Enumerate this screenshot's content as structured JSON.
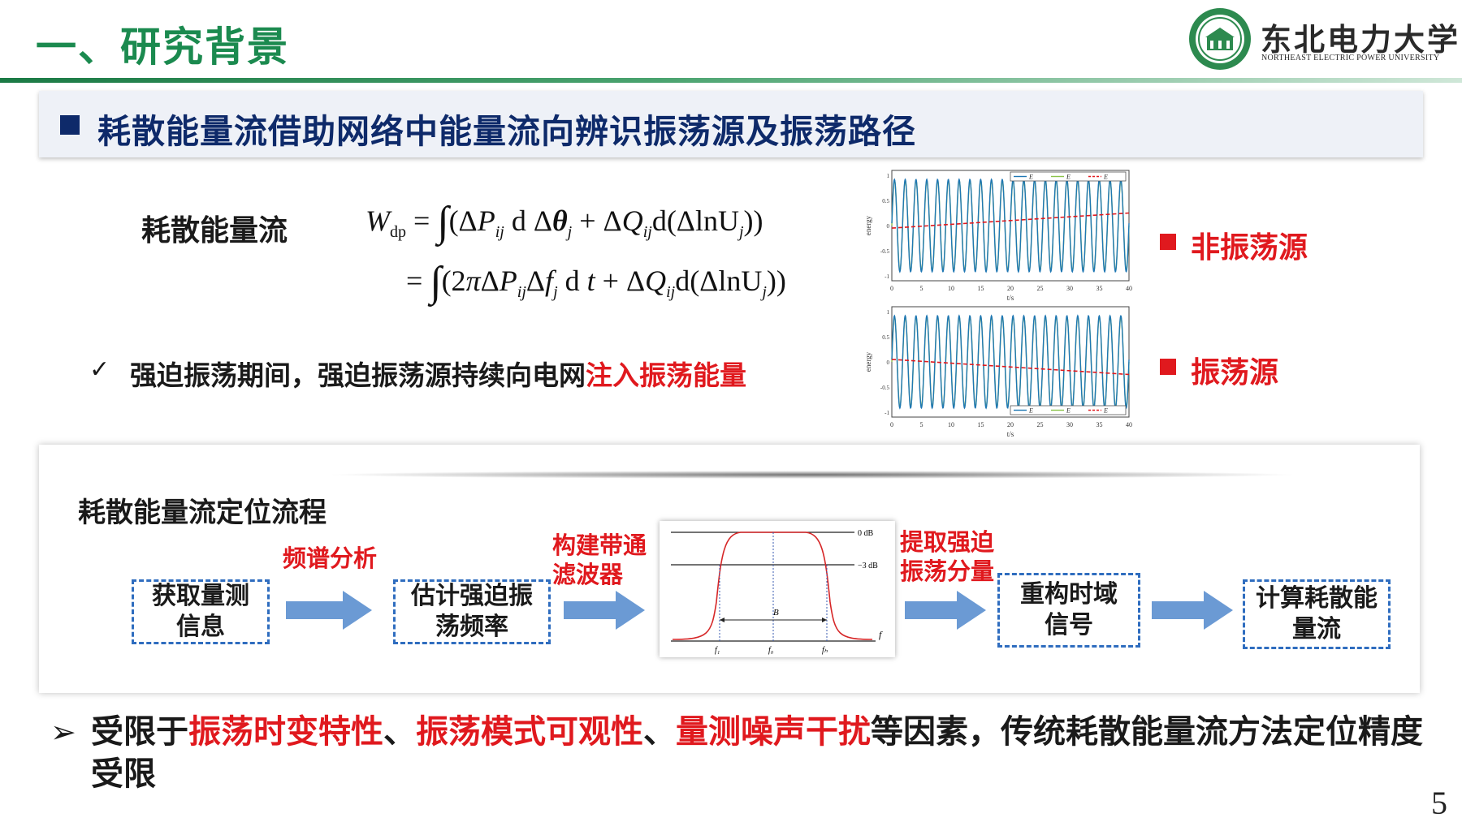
{
  "header": {
    "title": "一、研究背景",
    "logo_cn": "东北电力大学",
    "logo_en": "NORTHEAST ELECTRIC POWER UNIVERSITY"
  },
  "section": {
    "heading": "耗散能量流借助网络中能量流向辨识振荡源及振荡路径"
  },
  "formula": {
    "label": "耗散能量流"
  },
  "bullet": {
    "check": "✓",
    "text_plain": "强迫振荡期间，强迫振荡源持续向电网",
    "text_red": "注入振荡能量"
  },
  "plots": {
    "top_label": "非振荡源",
    "bottom_label": "振荡源",
    "y_axis_label": "energy",
    "x_axis_label": "t/s",
    "x_ticks": [
      "0",
      "5",
      "10",
      "15",
      "20",
      "25",
      "30",
      "35",
      "40"
    ],
    "y_ticks": [
      "1",
      "0.5",
      "0",
      "-0.5",
      "-1"
    ],
    "legend": [
      "E",
      "E",
      "E"
    ],
    "colors": {
      "wave": "#1f77b4",
      "wave2": "#8bc34a",
      "trend": "#e0191e"
    },
    "top_trend": [
      -0.05,
      0.25
    ],
    "bottom_trend": [
      0.05,
      -0.25
    ]
  },
  "process": {
    "title": "耗散能量流定位流程",
    "steps": [
      {
        "line1": "获取量测",
        "line2": "信息"
      },
      {
        "line1": "估计强迫振",
        "line2": "荡频率"
      },
      {
        "line1": "重构时域",
        "line2": "信号"
      },
      {
        "line1": "计算耗散能",
        "line2": "量流"
      }
    ],
    "arrow_labels": [
      {
        "line1": "频谱分析",
        "line2": ""
      },
      {
        "line1": "构建带通",
        "line2": "滤波器"
      },
      {
        "line1": "提取强迫",
        "line2": "振荡分量"
      }
    ],
    "filter": {
      "label_0db": "0 dB",
      "label_3db": "−3 dB",
      "label_B": "B",
      "label_f": "f",
      "label_f1": "f₁",
      "label_f0": "f₀",
      "label_fh": "fₕ"
    },
    "colors": {
      "arrow": "#6b9ad4",
      "box": "#2f6dbf"
    }
  },
  "bottom": {
    "mark": "➢",
    "seg1": "受限于",
    "seg2": "振荡时变特性",
    "seg3": "、",
    "seg4": "振荡模式可观性",
    "seg5": "、",
    "seg6": "量测噪声干扰",
    "seg7": "等因素，传统耗散能量流方法定位精度受限"
  },
  "page_number": "5"
}
